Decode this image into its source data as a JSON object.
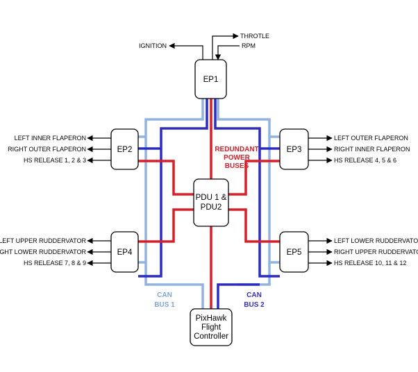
{
  "nodes": {
    "ep1": "EP1",
    "ep2": "EP2",
    "ep3": "EP3",
    "ep4": "EP4",
    "ep5": "EP5",
    "pdu": [
      "PDU 1 &",
      "PDU2"
    ],
    "pixhawk": [
      "PixHawk",
      "Flight",
      "Controller"
    ]
  },
  "signals": {
    "ignition": "IGNITION",
    "throttle": "THROTLE",
    "rpm": "RPM",
    "ep2": [
      "LEFT INNER FLAPERON",
      "RIGHT OUTER FLAPERON",
      "HS RELEASE 1, 2 & 3"
    ],
    "ep3": [
      "LEFT OUTER FLAPERON",
      "RIGHT INNER FLAPERON",
      "HS RELEASE 4, 5 & 6"
    ],
    "ep4": [
      "LEFT UPPER RUDDERVATOR",
      "RIGHT LOWER RUDDERVATOR",
      "HS RELEASE 7, 8 & 9"
    ],
    "ep5": [
      "LEFT LOWER RUDDERVATOR",
      "RIGHT UPPER RUDDERVATOR",
      "HS RELEASE 10, 11 & 12"
    ]
  },
  "labels": {
    "redundant_power": [
      "REDUNDANT",
      "POWER",
      "BUSES"
    ],
    "can_bus_1": [
      "CAN",
      "BUS 1"
    ],
    "can_bus_2": [
      "CAN",
      "BUS 2"
    ]
  },
  "colors": {
    "power_bus": "#e01b24",
    "can_bus_1": "#8fb4e3",
    "can_bus_2": "#2a2ad0"
  }
}
